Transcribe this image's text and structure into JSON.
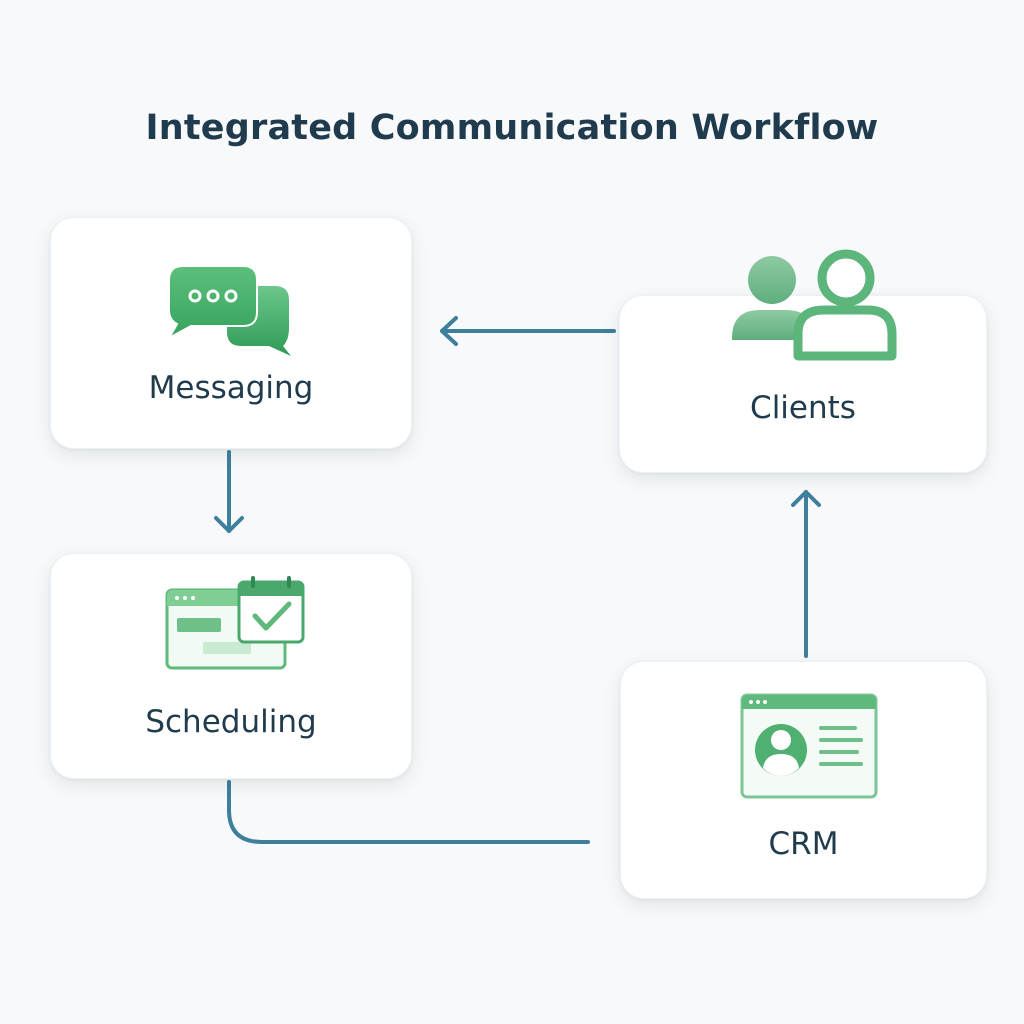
{
  "diagram": {
    "title": "Integrated Communication Workflow",
    "nodes": {
      "messaging": {
        "label": "Messaging",
        "icon": "chat-bubbles-icon"
      },
      "scheduling": {
        "label": "Scheduling",
        "icon": "calendar-schedule-icon"
      },
      "clients": {
        "label": "Clients",
        "icon": "users-icon"
      },
      "crm": {
        "label": "CRM",
        "icon": "contact-profile-icon"
      }
    },
    "edges": [
      {
        "from": "messaging",
        "to": "scheduling"
      },
      {
        "from": "scheduling",
        "to": "crm"
      },
      {
        "from": "crm",
        "to": "clients"
      },
      {
        "from": "clients",
        "to": "messaging"
      }
    ],
    "colors": {
      "accent_green": "#3fae64",
      "connector_blue": "#3e7f9c",
      "title_text": "#1f3b4d"
    }
  }
}
